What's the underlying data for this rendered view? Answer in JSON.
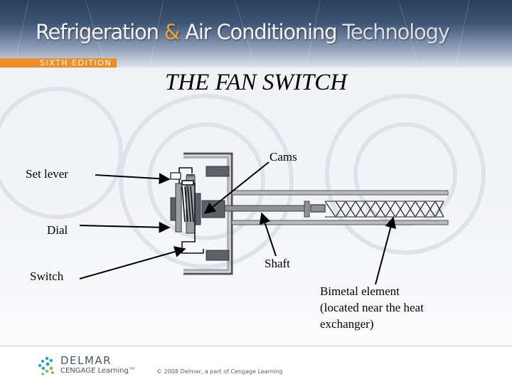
{
  "header": {
    "book_title_part1": "Refrigeration ",
    "book_title_amp": "& ",
    "book_title_part2": "Air Conditioning ",
    "book_title_part3": "Technology",
    "edition": "SIXTH EDITION"
  },
  "slide": {
    "title": "THE FAN SWITCH"
  },
  "labels": {
    "cams": "Cams",
    "set_lever": "Set lever",
    "dial": "Dial",
    "switch": "Switch",
    "shaft": "Shaft",
    "bimetal_line1": "Bimetal element",
    "bimetal_line2": "(located near the heat",
    "bimetal_line3": "exchanger)"
  },
  "footer": {
    "brand": "DELMAR",
    "brand_sub": "CENGAGE Learning",
    "trademark": "™",
    "copyright": "© 2008 Delmar, a part of Cengage Learning"
  },
  "colors": {
    "header_dark": "#2c3e58",
    "edition_orange": "#ee8f26",
    "amp_orange": "#f0a43a",
    "diagram_gray": "#a9acb3"
  }
}
